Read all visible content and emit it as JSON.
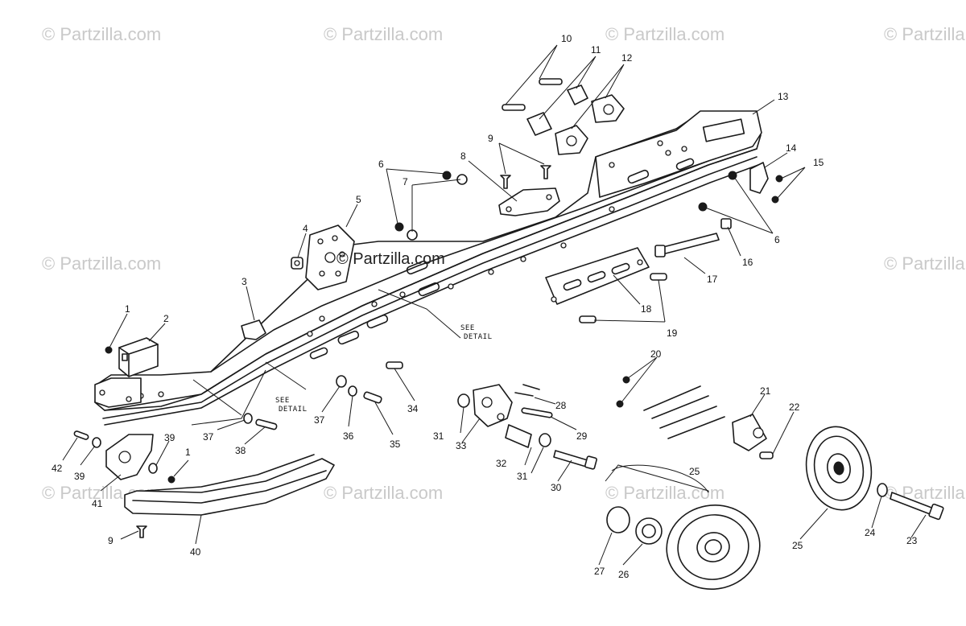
{
  "watermark": {
    "text": "© Partzilla.com",
    "center_text": "© Partzilla.com"
  },
  "notes": {
    "see_detail": [
      "SEE",
      "DETAIL"
    ]
  },
  "callouts": {
    "c1a": "1",
    "c1b": "1",
    "c2": "2",
    "c3": "3",
    "c4": "4",
    "c5": "5",
    "c6a": "6",
    "c6b": "6",
    "c7": "7",
    "c8": "8",
    "c9a": "9",
    "c9b": "9",
    "c10": "10",
    "c11": "11",
    "c12": "12",
    "c13": "13",
    "c14": "14",
    "c15": "15",
    "c16": "16",
    "c17": "17",
    "c18": "18",
    "c19": "19",
    "c20": "20",
    "c21": "21",
    "c22": "22",
    "c23": "23",
    "c24": "24",
    "c25a": "25",
    "c25b": "25",
    "c26": "26",
    "c27": "27",
    "c28": "28",
    "c29": "29",
    "c30": "30",
    "c31a": "31",
    "c31b": "31",
    "c32": "32",
    "c33": "33",
    "c34": "34",
    "c35": "35",
    "c36": "36",
    "c37a": "37",
    "c37b": "37",
    "c38": "38",
    "c39a": "39",
    "c39b": "39",
    "c40": "40",
    "c41": "41",
    "c42": "42"
  }
}
